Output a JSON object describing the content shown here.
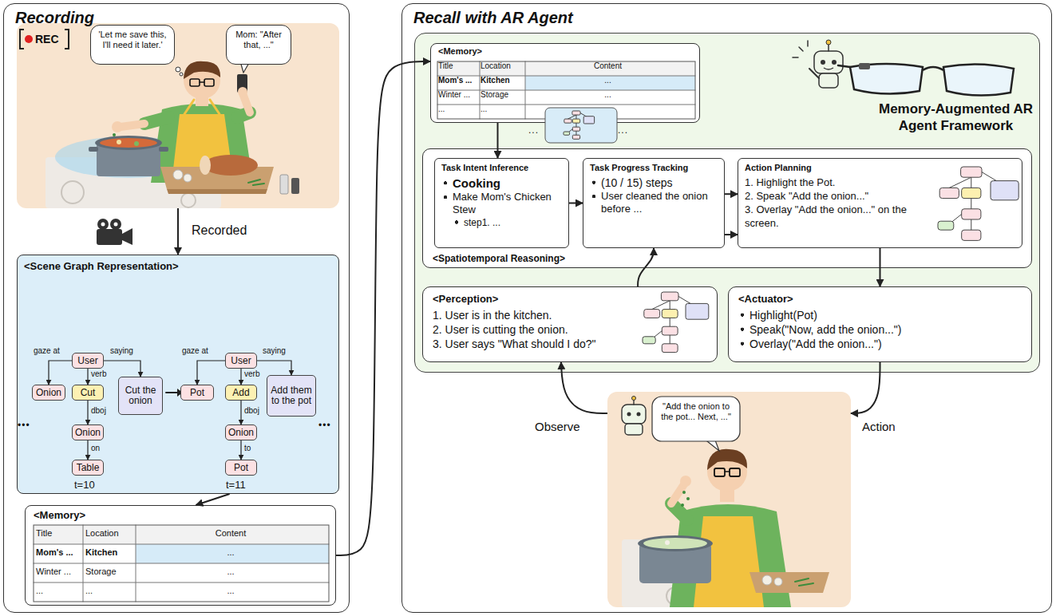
{
  "diagram": {
    "nodes": [
      {
        "text": [
          "Recording"
        ]
      },
      {
        "text": [
          "REC"
        ],
        "in": 0
      },
      {
        "text": [
          "'Let me save this, I'll need it later.'"
        ],
        "in": 1
      },
      {
        "text": [
          "Mom: \"After that, ...\""
        ],
        "in": 1
      },
      {
        "text": [
          "<Scene Graph Representation>"
        ],
        "in": 0
      },
      {
        "text": [
          "User"
        ],
        "in": 4
      },
      {
        "text": [
          "Onion"
        ],
        "in": 4
      },
      {
        "text": [
          "Cut"
        ],
        "in": 4
      },
      {
        "text": [
          "Cut the onion"
        ],
        "in": 4
      },
      {
        "text": [
          "Onion"
        ],
        "in": 4
      },
      {
        "text": [
          "Table"
        ],
        "in": 4
      },
      {
        "text": [
          "User"
        ],
        "in": 4
      },
      {
        "text": [
          "Pot"
        ],
        "in": 4
      },
      {
        "text": [
          "Add"
        ],
        "in": 4
      },
      {
        "text": [
          "Add them to the pot"
        ],
        "in": 4
      },
      {
        "text": [
          "Onion"
        ],
        "in": 4
      },
      {
        "text": [
          "Pot"
        ],
        "in": 4
      },
      {
        "text": [
          "<Memory>"
        ],
        "in": 0
      },
      {
        "text": [
          "Recall with AR Agent"
        ]
      },
      {
        "text": [
          "Memory-Augmented AR Agent Framework"
        ],
        "in": 18
      },
      {
        "text": [
          "<Memory>"
        ],
        "in": 19
      },
      {
        "text": [
          "<Spatiotemporal Reasoning>"
        ],
        "in": 19
      },
      {
        "text": [
          "Task Intent Inference",
          "Cooking",
          "Make Mom's Chicken Stew",
          "step1. ..."
        ],
        "in": 21
      },
      {
        "text": [
          "Task Progress Tracking",
          "(10 / 15) steps",
          "User cleaned the onion before ..."
        ],
        "in": 21
      },
      {
        "text": [
          "Action Planning",
          "1. Highlight the Pot.",
          "2. Speak \"Add the onion...\"",
          "3. Overlay \"Add the onion...\" on the screen."
        ],
        "in": 21
      },
      {
        "text": [
          "<Perception>",
          "1. User is in the kitchen.",
          "2. User is cutting the onion.",
          "3. User says \"What should I do?\""
        ],
        "in": 19
      },
      {
        "text": [
          "<Actuator>",
          "Highlight(Pot)",
          "Speak(\"Now, add the onion...\")",
          "Overlay(\"Add the onion...\")"
        ],
        "in": 19
      },
      {
        "text": [
          "\"Add the onion to the pot... Next, ...\""
        ],
        "in": 18
      }
    ],
    "edges": [
      {
        "from": 1,
        "to": 4,
        "arrow": "to",
        "label": "Recorded"
      },
      {
        "from": 4,
        "to": 17,
        "arrow": "to"
      },
      {
        "from": 17,
        "to": 20,
        "arrow": "to"
      },
      {
        "from": 20,
        "to": 22,
        "arrow": "to"
      },
      {
        "from": 22,
        "to": 23,
        "arrow": "to"
      },
      {
        "from": 23,
        "to": 24,
        "arrow": "to"
      },
      {
        "from": 23,
        "to": 24,
        "arrow": "to"
      },
      {
        "from": 25,
        "to": 23,
        "arrow": "to"
      },
      {
        "from": 24,
        "to": 26,
        "arrow": "to"
      },
      {
        "from": 26,
        "to": 27,
        "arrow": "to",
        "label": "Action"
      },
      {
        "from": 27,
        "to": 25,
        "arrow": "to",
        "label": "Observe"
      },
      {
        "from": 5,
        "to": 6,
        "arrow": "to",
        "label": "gaze at"
      },
      {
        "from": 5,
        "to": 7,
        "arrow": "to",
        "label": "verb"
      },
      {
        "from": 5,
        "to": 8,
        "arrow": "to",
        "label": "saying"
      },
      {
        "from": 7,
        "to": 9,
        "arrow": "to",
        "label": "dboj"
      },
      {
        "from": 9,
        "to": 10,
        "arrow": "to",
        "label": "on"
      },
      {
        "from": 11,
        "to": 12,
        "arrow": "to",
        "label": "gaze at"
      },
      {
        "from": 11,
        "to": 13,
        "arrow": "to",
        "label": "verb"
      },
      {
        "from": 11,
        "to": 14,
        "arrow": "to",
        "label": "saying"
      },
      {
        "from": 13,
        "to": 15,
        "arrow": "to",
        "label": "dboj"
      },
      {
        "from": 15,
        "to": 16,
        "arrow": "to",
        "label": "to"
      }
    ],
    "labels": [
      "t=10",
      "t=11",
      "•••",
      "•••",
      "Title",
      "Location",
      "Content",
      "Mom's ...",
      "Kitchen",
      "...",
      "Winter ...",
      "Storage",
      "...",
      "...",
      "...",
      "...",
      "Title",
      "Location",
      "Content",
      "Mom's ...",
      "Kitchen",
      "...",
      "Winter ...",
      "Storage",
      "...",
      "...",
      "...",
      "...",
      "..."
    ]
  }
}
